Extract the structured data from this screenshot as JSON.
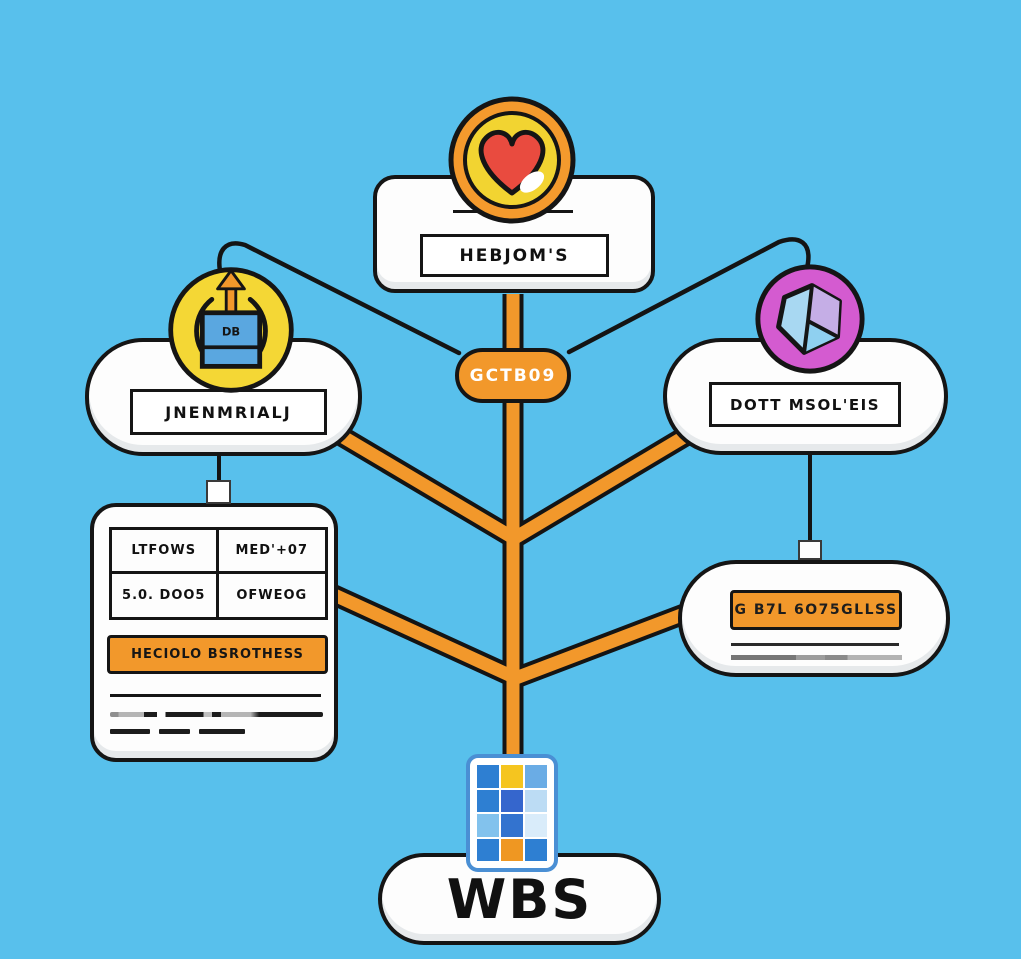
{
  "colors": {
    "background": "#58c0ec",
    "connector_orange": "#f2982b",
    "outline_black": "#151515",
    "coin_ring_orange": "#f49a2d",
    "coin_yellow": "#f2d431",
    "heart_red": "#e94b3f",
    "side_circle_yellow": "#f4d735",
    "side_circle_magenta": "#d45bd0",
    "icon_blue": "#5aa7e0",
    "calendar_border_blue": "#4a8fd4"
  },
  "icons": {
    "top": "heart-coin-icon",
    "left": "database-upload-icon",
    "right": "gem-icon",
    "bottom": "calendar-grid-icon"
  },
  "diagram": {
    "top_node": {
      "label": "HEBJOM'S"
    },
    "center_badge": {
      "label": "GCTB09"
    },
    "left_node": {
      "label": "JNENMRIALJ",
      "icon_label": "DB"
    },
    "right_node": {
      "label": "DOTT MSOL'EIS"
    },
    "left_card": {
      "table": {
        "rows": [
          [
            "LTFOWS",
            "MED'+07"
          ],
          [
            "5.0. DOO5",
            "OFWEOG"
          ]
        ]
      },
      "banner": "HECIOLO BSROTHESS"
    },
    "right_card": {
      "code": "G B7L 6O75GLLSS"
    },
    "bottom_node": {
      "label": "WBS"
    }
  }
}
